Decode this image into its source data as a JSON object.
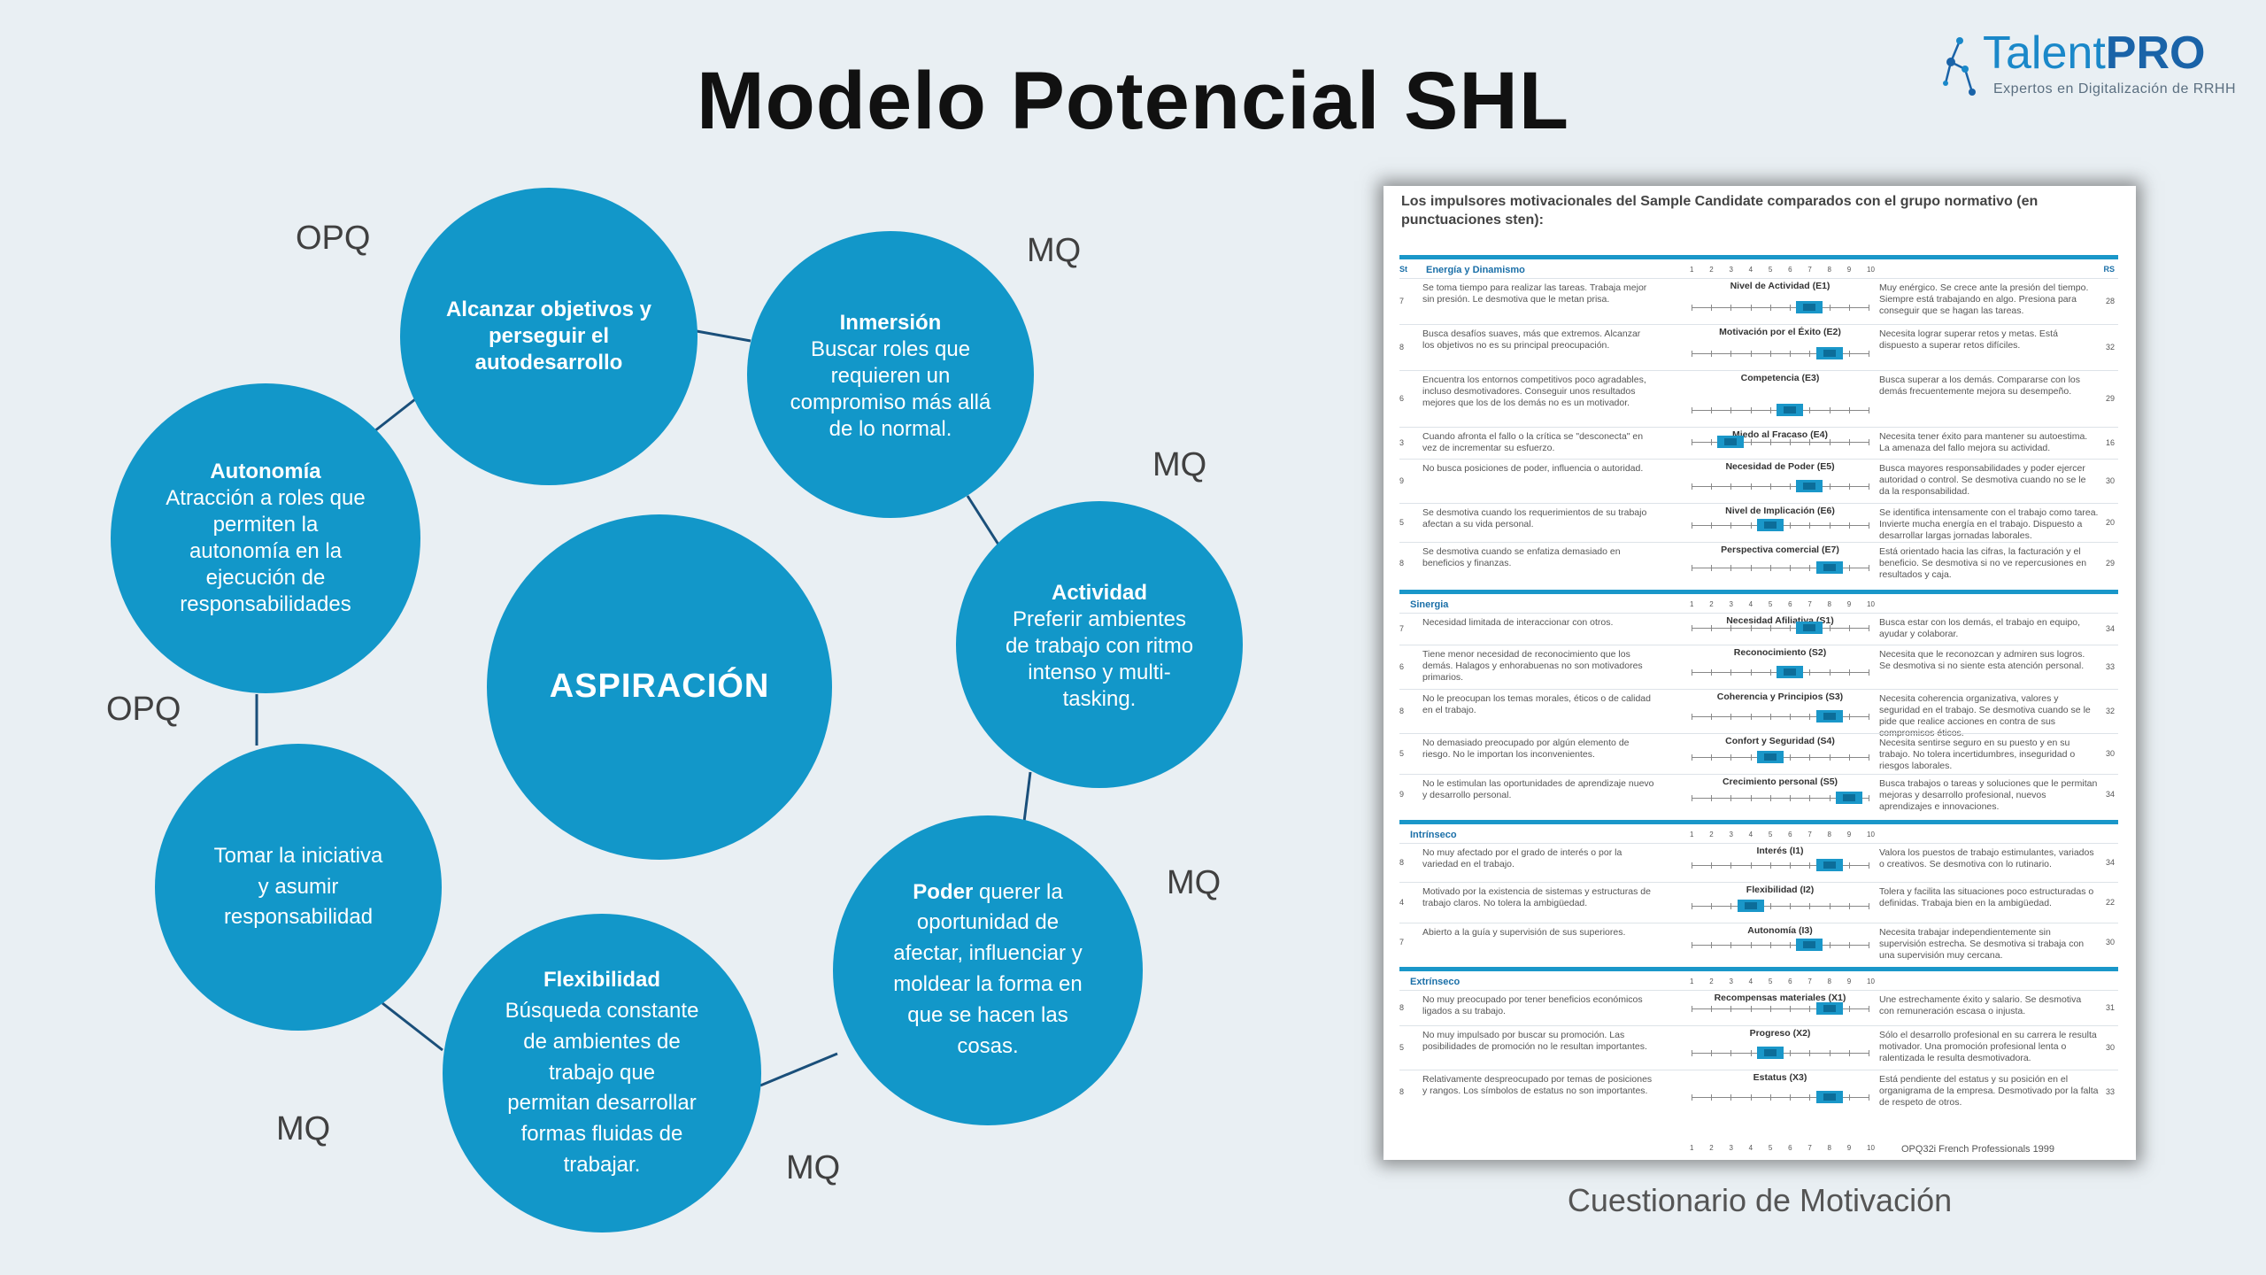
{
  "title": "Modelo Potencial SHL",
  "logo": {
    "name_light": "Talent",
    "name_bold": "PRO",
    "tagline": "Expertos en Digitalización de RRHH"
  },
  "colors": {
    "circle": "#1297c9",
    "line": "#1a4f7a",
    "accent": "#1a97c9"
  },
  "center": {
    "label": "ASPIRACIÓN"
  },
  "nodes": [
    {
      "id": "alcanzar",
      "heading": "Alcanzar objetivos y perseguir el autodesarrollo",
      "body": "",
      "tag": "OPQ"
    },
    {
      "id": "inmersion",
      "heading": "Inmersión",
      "body": "Buscar roles que requieren un compromiso más allá de lo normal.",
      "tag": "MQ"
    },
    {
      "id": "actividad",
      "heading": "Actividad",
      "body": "Preferir ambientes de trabajo con ritmo intenso y multi-tasking.",
      "tag": "MQ"
    },
    {
      "id": "poder",
      "heading": "Poder",
      "body": "querer la oportunidad de afectar, influenciar y moldear la forma en que se hacen las cosas.",
      "tag": "MQ"
    },
    {
      "id": "flexibilidad",
      "heading": "Flexibilidad",
      "body": "Búsqueda constante de ambientes de trabajo que permitan desarrollar formas fluidas de trabajar.",
      "tag": "MQ"
    },
    {
      "id": "iniciativa",
      "heading": "",
      "body": "Tomar la iniciativa y asumir responsabilidad",
      "tag": "MQ"
    },
    {
      "id": "autonomia",
      "heading": "Autonomía",
      "body": "Atracción a roles que permiten la autonomía en la ejecución de responsabilidades",
      "tag": "OPQ"
    }
  ],
  "report": {
    "title": "Los impulsores motivacionales del Sample Candidate comparados con el grupo normativo (en punctuaciones sten):",
    "scale": [
      "1",
      "2",
      "3",
      "4",
      "5",
      "6",
      "7",
      "8",
      "9",
      "10"
    ],
    "code_header": "St",
    "rs_header": "RS",
    "footer_note": "OPQ32i French Professionals 1999",
    "sections": [
      {
        "name": "Energía y Dinamismo",
        "rows": [
          {
            "sten": "7",
            "scale": "Nivel de Actividad (E1)",
            "left": "Se toma tiempo para realizar las tareas. Trabaja mejor sin presión. Le desmotiva que le metan prisa.",
            "right": "Muy enérgico. Se crece ante la presión del tiempo. Siempre está trabajando en algo. Presiona para conseguir que se hagan las tareas.",
            "rs": "28",
            "value": 7
          },
          {
            "sten": "8",
            "scale": "Motivación por el Éxito (E2)",
            "left": "Busca desafíos suaves, más que extremos. Alcanzar los objetivos no es su principal preocupación.",
            "right": "Necesita lograr superar retos y metas. Está dispuesto a superar retos difíciles.",
            "rs": "32",
            "value": 8
          },
          {
            "sten": "6",
            "scale": "Competencia (E3)",
            "left": "Encuentra los entornos competitivos poco agradables, incluso desmotivadores. Conseguir unos resultados mejores que los de los demás no es un motivador.",
            "right": "Busca superar a los demás. Compararse con los demás frecuentemente mejora su desempeño.",
            "rs": "29",
            "value": 6
          },
          {
            "sten": "3",
            "scale": "Miedo al Fracaso (E4)",
            "left": "Cuando afronta el fallo o la crítica se \"desconecta\" en vez de incrementar su esfuerzo.",
            "right": "Necesita tener éxito para mantener su autoestima. La amenaza del fallo mejora su actividad.",
            "rs": "16",
            "value": 3
          },
          {
            "sten": "9",
            "scale": "Necesidad de Poder (E5)",
            "left": "No busca posiciones de poder, influencia o autoridad.",
            "right": "Busca mayores responsabilidades y poder ejercer autoridad o control. Se desmotiva cuando no se le da la responsabilidad.",
            "rs": "30",
            "value": 7
          },
          {
            "sten": "5",
            "scale": "Nivel de Implicación (E6)",
            "left": "Se desmotiva cuando los requerimientos de su trabajo afectan a su vida personal.",
            "right": "Se identifica intensamente con el trabajo como tarea. Invierte mucha energía en el trabajo. Dispuesto a desarrollar largas jornadas laborales.",
            "rs": "20",
            "value": 5
          },
          {
            "sten": "8",
            "scale": "Perspectiva comercial (E7)",
            "left": "Se desmotiva cuando se enfatiza demasiado en beneficios y finanzas.",
            "right": "Está orientado hacia las cifras, la facturación y el beneficio. Se desmotiva si no ve repercusiones en resultados y caja.",
            "rs": "29",
            "value": 8
          }
        ]
      },
      {
        "name": "Sinergia",
        "rows": [
          {
            "sten": "7",
            "scale": "Necesidad Afiliativa (S1)",
            "left": "Necesidad limitada de interaccionar con otros.",
            "right": "Busca estar con los demás, el trabajo en equipo, ayudar y colaborar.",
            "rs": "34",
            "value": 7
          },
          {
            "sten": "6",
            "scale": "Reconocimiento (S2)",
            "left": "Tiene menor necesidad de reconocimiento que los demás. Halagos y enhorabuenas no son motivadores primarios.",
            "right": "Necesita que le reconozcan y admiren sus logros. Se desmotiva si no siente esta atención personal.",
            "rs": "33",
            "value": 6
          },
          {
            "sten": "8",
            "scale": "Coherencia y Principios (S3)",
            "left": "No le preocupan los temas morales, éticos o de calidad en el trabajo.",
            "right": "Necesita coherencia organizativa, valores y seguridad en el trabajo. Se desmotiva cuando se le pide que realice acciones en contra de sus compromisos éticos.",
            "rs": "32",
            "value": 8
          },
          {
            "sten": "5",
            "scale": "Confort y Seguridad (S4)",
            "left": "No demasiado preocupado por algún elemento de riesgo. No le importan los inconvenientes.",
            "right": "Necesita sentirse seguro en su puesto y en su trabajo. No tolera incertidumbres, inseguridad o riesgos laborales.",
            "rs": "30",
            "value": 5
          },
          {
            "sten": "9",
            "scale": "Crecimiento personal (S5)",
            "left": "No le estimulan las oportunidades de aprendizaje nuevo y desarrollo personal.",
            "right": "Busca trabajos o tareas y soluciones que le permitan mejoras y desarrollo profesional, nuevos aprendizajes e innovaciones.",
            "rs": "34",
            "value": 9
          }
        ]
      },
      {
        "name": "Intrínseco",
        "rows": [
          {
            "sten": "8",
            "scale": "Interés (I1)",
            "left": "No muy afectado por el grado de interés o por la variedad en el trabajo.",
            "right": "Valora los puestos de trabajo estimulantes, variados o creativos. Se desmotiva con lo rutinario.",
            "rs": "34",
            "value": 8
          },
          {
            "sten": "4",
            "scale": "Flexibilidad (I2)",
            "left": "Motivado por la existencia de sistemas y estructuras de trabajo claros. No tolera la ambigüedad.",
            "right": "Tolera y facilita las situaciones poco estructuradas o definidas. Trabaja bien en la ambigüedad.",
            "rs": "22",
            "value": 4
          },
          {
            "sten": "7",
            "scale": "Autonomía (I3)",
            "left": "Abierto a la guía y supervisión de sus superiores.",
            "right": "Necesita trabajar independientemente sin supervisión estrecha. Se desmotiva si trabaja con una supervisión muy cercana.",
            "rs": "30",
            "value": 7
          }
        ]
      },
      {
        "name": "Extrínseco",
        "rows": [
          {
            "sten": "8",
            "scale": "Recompensas materiales (X1)",
            "left": "No muy preocupado por tener beneficios económicos ligados a su trabajo.",
            "right": "Une estrechamente éxito y salario. Se desmotiva con remuneración escasa o injusta.",
            "rs": "31",
            "value": 8
          },
          {
            "sten": "5",
            "scale": "Progreso (X2)",
            "left": "No muy impulsado por buscar su promoción. Las posibilidades de promoción no le resultan importantes.",
            "right": "Sólo el desarrollo profesional en su carrera le resulta motivador. Una promoción profesional lenta o ralentizada le resulta desmotivadora.",
            "rs": "30",
            "value": 5
          },
          {
            "sten": "8",
            "scale": "Estatus (X3)",
            "left": "Relativamente despreocupado por temas de posiciones y rangos. Los símbolos de estatus no son importantes.",
            "right": "Está pendiente del estatus y su posición en el organigrama de la empresa. Desmotivado por la falta de respeto de otros.",
            "rs": "33",
            "value": 8
          }
        ]
      }
    ]
  },
  "caption": "Cuestionario de Motivación"
}
